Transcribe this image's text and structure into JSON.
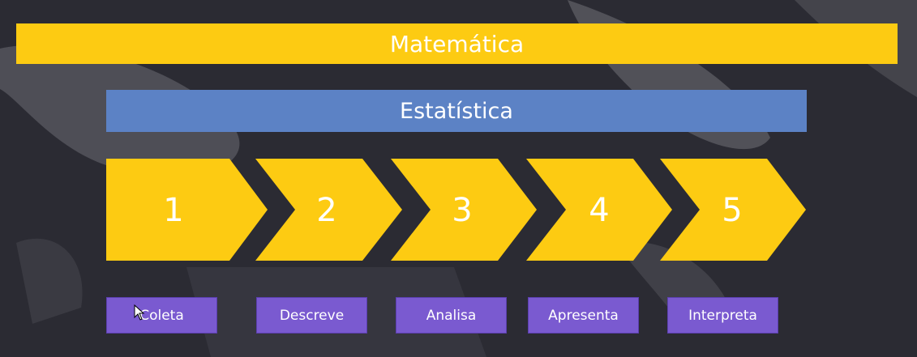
{
  "diagram": {
    "top_banner": "Matemática",
    "sub_banner": "Estatística",
    "steps": [
      {
        "number": "1",
        "label": "Coleta"
      },
      {
        "number": "2",
        "label": "Descreve"
      },
      {
        "number": "3",
        "label": "Analisa"
      },
      {
        "number": "4",
        "label": "Apresenta"
      },
      {
        "number": "5",
        "label": "Interpreta"
      }
    ]
  },
  "colors": {
    "banner_yellow": "#fdcb12",
    "banner_blue": "#5c82c5",
    "chevron_yellow": "#fdcb12",
    "label_purple": "#7a5ad0",
    "background": "#2b2b33"
  }
}
